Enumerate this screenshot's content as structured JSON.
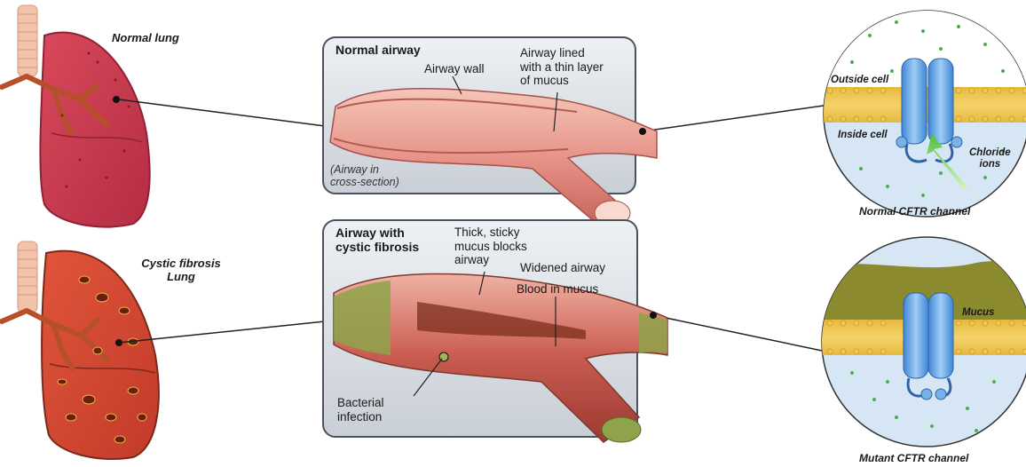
{
  "lungs": {
    "normal": "Normal lung",
    "cystic_line1": "Cystic fibrosis",
    "cystic_line2": "Lung"
  },
  "normal_airway": {
    "title": "Normal airway",
    "wall": "Airway wall",
    "mucus_line1": "Airway lined",
    "mucus_line2": "with a thin layer",
    "mucus_line3": "of mucus",
    "cross_line1": "(Airway in",
    "cross_line2": "cross-section)"
  },
  "cf_airway": {
    "title_line1": "Airway with",
    "title_line2": "cystic fibrosis",
    "thick_line1": "Thick, sticky",
    "thick_line2": "mucus blocks",
    "thick_line3": "airway",
    "widened": "Widened airway",
    "blood": "Blood in mucus",
    "bact_line1": "Bacterial",
    "bact_line2": "infection"
  },
  "normal_channel": {
    "outside": "Outside cell",
    "inside": "Inside cell",
    "chloride_line1": "Chloride",
    "chloride_line2": "ions",
    "caption": "Normal CFTR channel"
  },
  "mutant_channel": {
    "mucus": "Mucus",
    "caption": "Mutant CFTR channel"
  }
}
